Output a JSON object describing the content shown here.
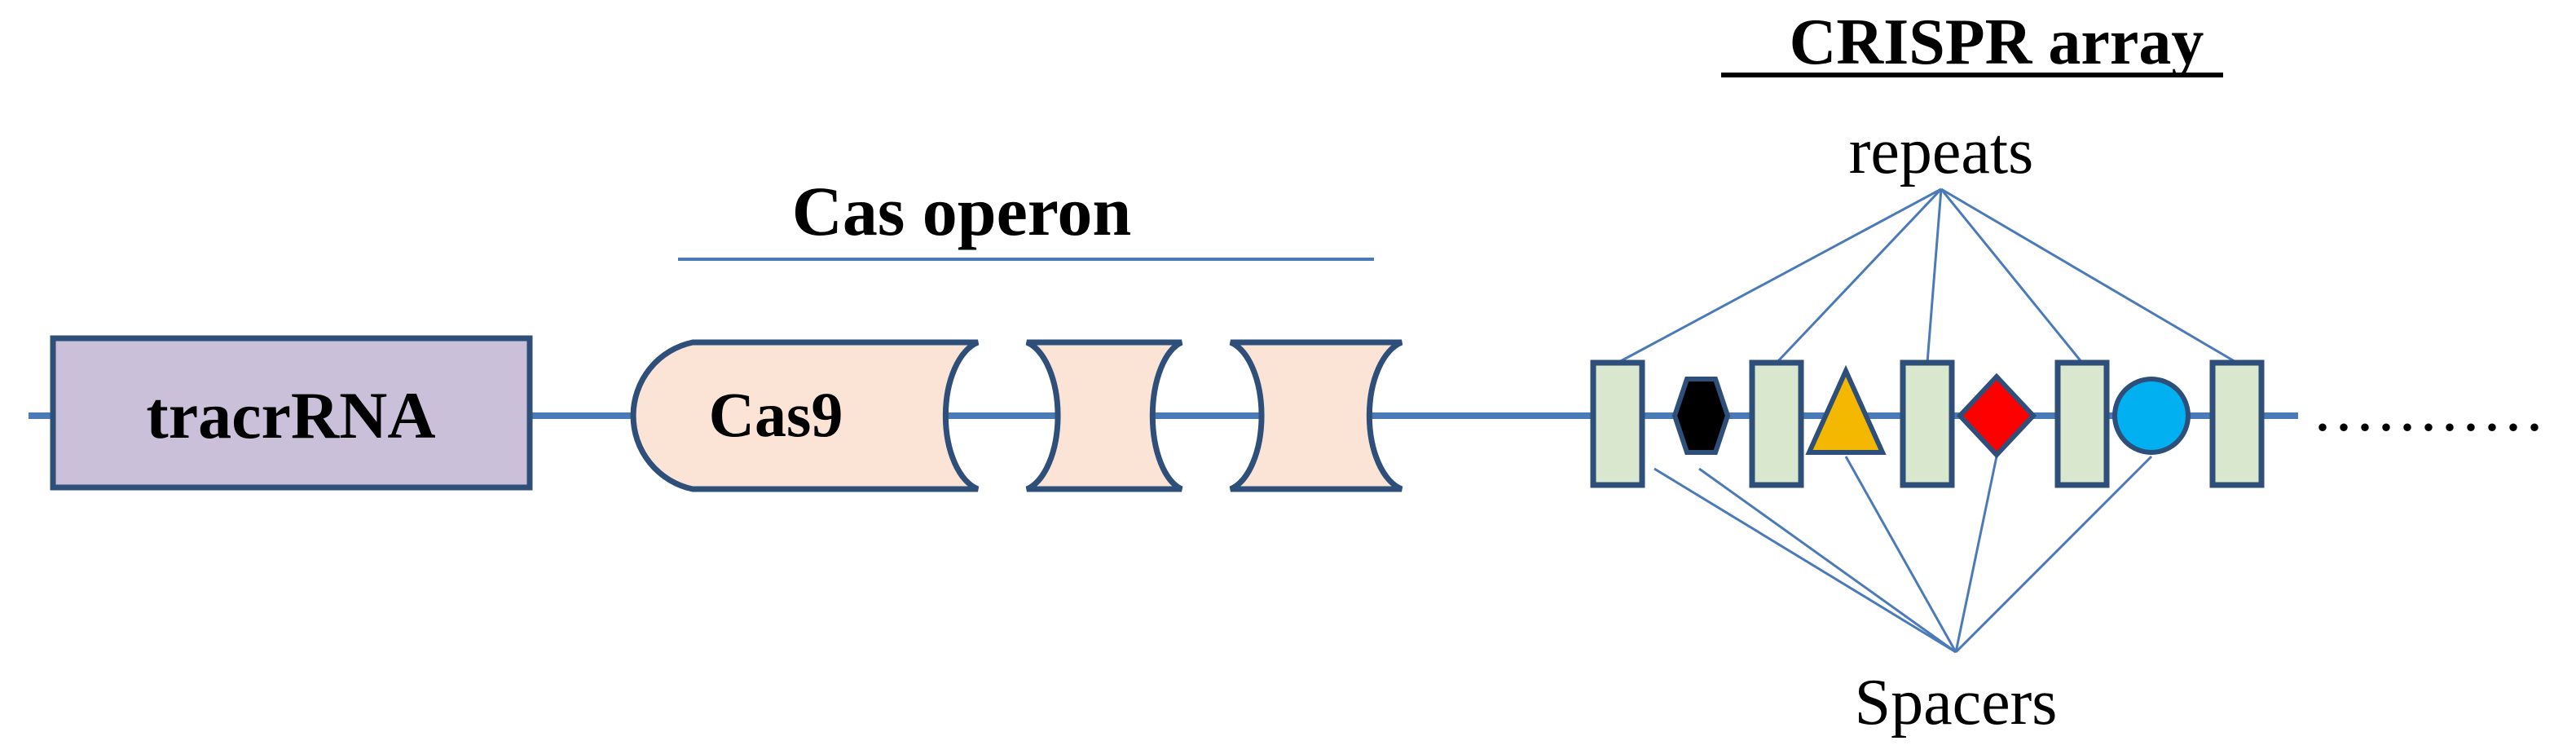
{
  "title_crispr": "CRISPR array",
  "title_operon": "Cas operon",
  "label_tracr": "tracrRNA",
  "label_cas9": "Cas9",
  "label_repeats": "repeats",
  "label_spacers": "Spacers",
  "continuation": "...........",
  "colors": {
    "line": "#4a7ab8",
    "outline": "#2e4f7a",
    "tracr_fill": "#cbc0da",
    "cas_fill": "#fbe4d6",
    "repeat_fill": "#d9e7cf",
    "spacer_hexagon": "#000000",
    "spacer_triangle": "#f5b800",
    "spacer_diamond": "#ff0000",
    "spacer_circle": "#00b0f0"
  },
  "spacers": [
    {
      "shape": "hexagon",
      "color": "#000000"
    },
    {
      "shape": "triangle",
      "color": "#f5b800"
    },
    {
      "shape": "diamond",
      "color": "#ff0000"
    },
    {
      "shape": "circle",
      "color": "#00b0f0"
    }
  ]
}
